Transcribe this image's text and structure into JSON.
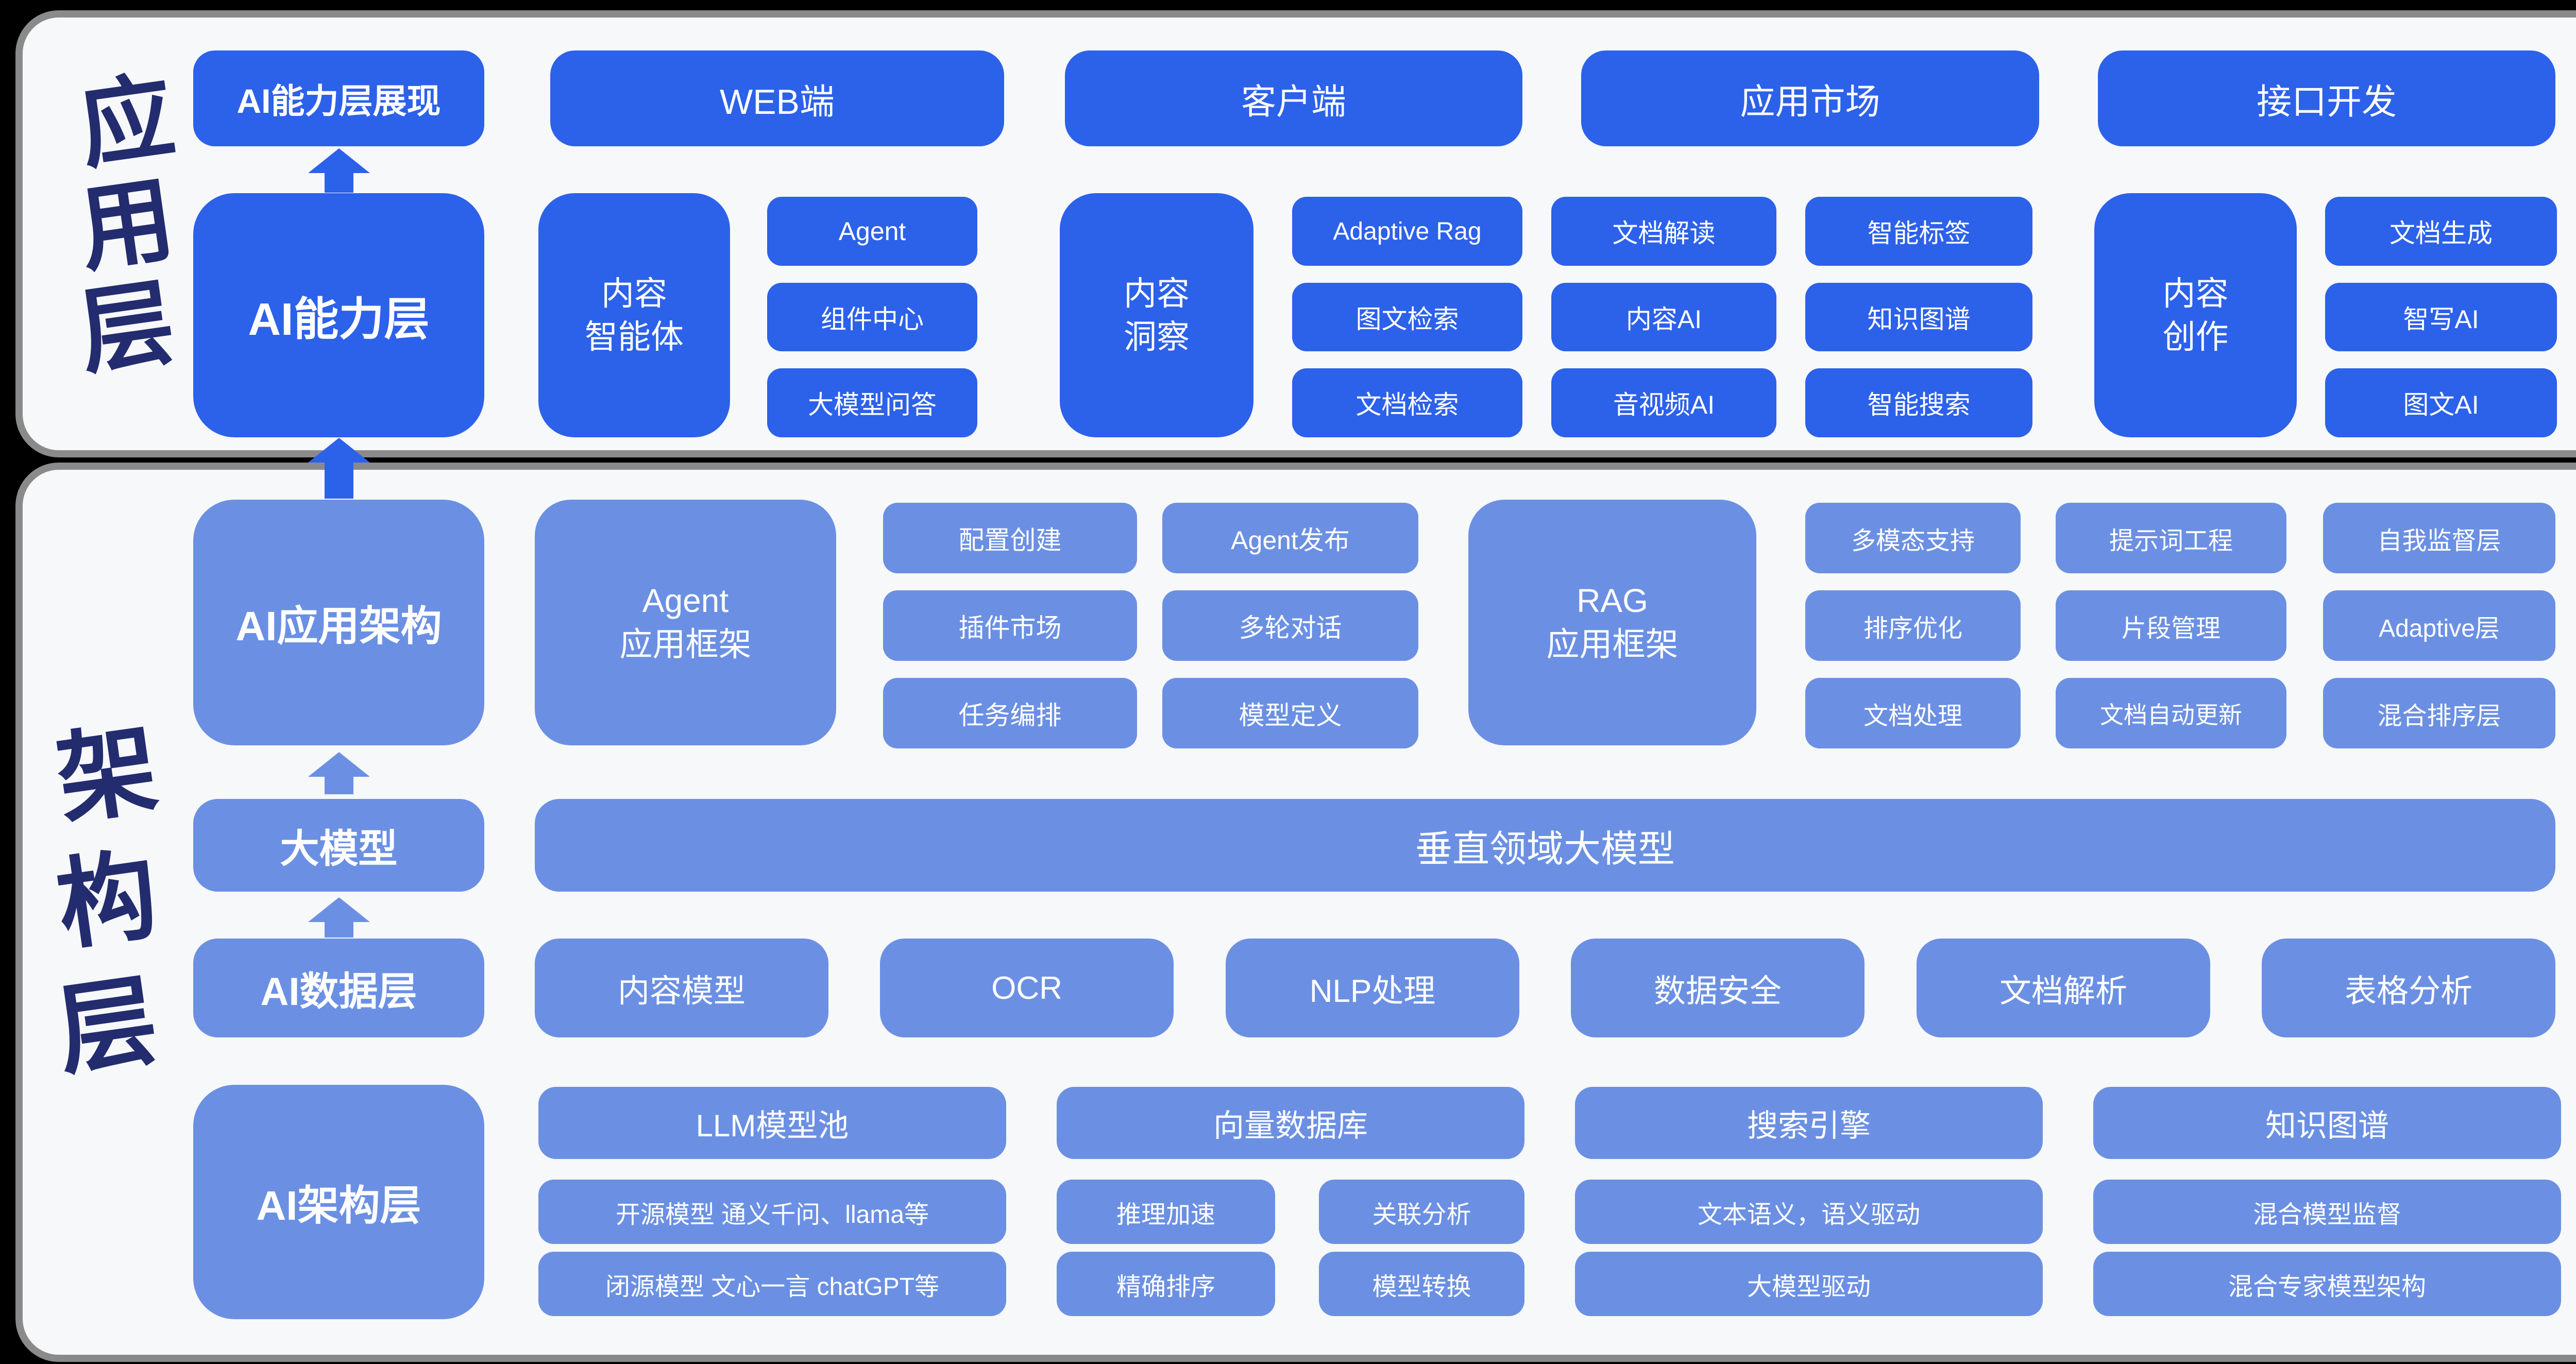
{
  "colors": {
    "page_bg": "#000000",
    "panel_bg": "#f7f8fa",
    "panel_border": "#8a8a8a",
    "vivid_blue": "#2c61ea",
    "light_blue": "#6b90e3",
    "label_navy": "#232c6e"
  },
  "app_layer": {
    "label": {
      "c0": "应",
      "c1": "用",
      "c2": "层"
    },
    "display_box": "AI能力层展现",
    "endpoints": [
      "WEB端",
      "客户端",
      "应用市场",
      "接口开发"
    ],
    "capability_box": "AI能力层",
    "content_agent": {
      "l1": "内容",
      "l2": "智能体",
      "items": [
        "Agent",
        "组件中心",
        "大模型问答"
      ]
    },
    "content_insight": {
      "l1": "内容",
      "l2": "洞察",
      "col1": [
        "Adaptive Rag",
        "图文检索",
        "文档检索"
      ],
      "col2": [
        "文档解读",
        "内容AI",
        "音视频AI"
      ],
      "col3": [
        "智能标签",
        "知识图谱",
        "智能搜索"
      ]
    },
    "content_creation": {
      "l1": "内容",
      "l2": "创作",
      "items": [
        "文档生成",
        "智写AI",
        "图文AI"
      ]
    }
  },
  "arch_layer": {
    "label": {
      "c0": "架",
      "c1": "构",
      "c2": "层"
    },
    "app_arch_box": "AI应用架构",
    "agent_framework": {
      "l1": "Agent",
      "l2": "应用框架",
      "col1": [
        "配置创建",
        "插件市场",
        "任务编排"
      ],
      "col2": [
        "Agent发布",
        "多轮对话",
        "模型定义"
      ]
    },
    "rag_framework": {
      "l1": "RAG",
      "l2": "应用框架",
      "col1": [
        "多模态支持",
        "排序优化",
        "文档处理"
      ],
      "col2": [
        "提示词工程",
        "片段管理",
        "文档自动更新"
      ],
      "col3": [
        "自我监督层",
        "Adaptive层",
        "混合排序层"
      ]
    },
    "big_model_box": "大模型",
    "vertical_model_bar": "垂直领域大模型",
    "data_layer_box": "AI数据层",
    "data_items": [
      "内容模型",
      "OCR",
      "NLP处理",
      "数据安全",
      "文档解析",
      "表格分析"
    ],
    "infra_box": "AI架构层",
    "llm_pool": {
      "header": "LLM模型池",
      "rows": [
        "开源模型 通义千问、llama等",
        "闭源模型 文心一言 chatGPT等"
      ]
    },
    "vector_db": {
      "header": "向量数据库",
      "r1c1": "推理加速",
      "r1c2": "关联分析",
      "r2c1": "精确排序",
      "r2c2": "模型转换"
    },
    "search_engine": {
      "header": "搜索引擎",
      "rows": [
        "文本语义，语义驱动",
        "大模型驱动"
      ]
    },
    "knowledge_graph": {
      "header": "知识图谱",
      "rows": [
        "混合模型监督",
        "混合专家模型架构"
      ]
    }
  }
}
